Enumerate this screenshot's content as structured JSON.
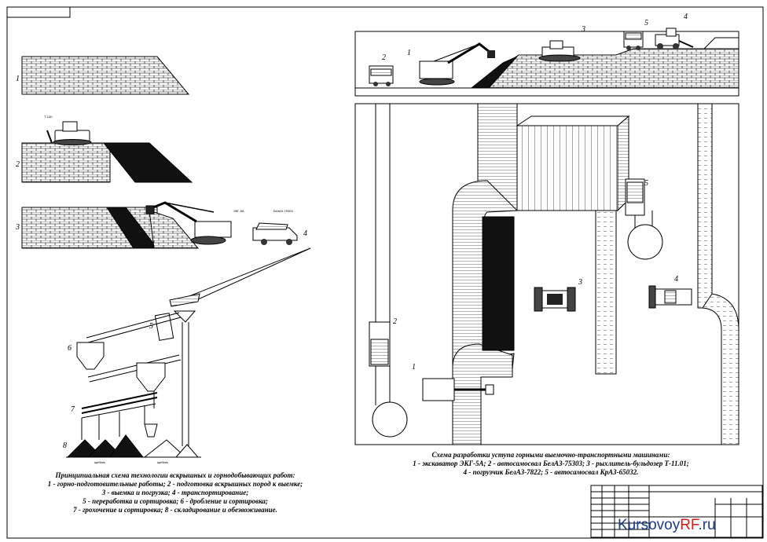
{
  "left_panel": {
    "step_numbers": [
      "1",
      "2",
      "3",
      "4"
    ],
    "machine_labels": [
      "Т-130",
      "ЭКГ-5А",
      "БелАЗ-75303"
    ],
    "process_numbers": [
      "5",
      "6",
      "7",
      "8"
    ],
    "pile_labels": [
      "щебень",
      "щебень"
    ],
    "caption": [
      "Принципиальная схема технологии вскрышных и горнодобывающих работ:",
      "1 - горно-подготовительные работы; 2 - подготовка вскрышных пород к выемке;",
      "3 - выемка и погрузка; 4 - транспортирование;",
      "5 - переработка и сортировка; 6 - дробление и сортировка;",
      "7 - грохочение и сортировка; 8 - складирование и обезвоживание."
    ]
  },
  "right_panel": {
    "top_numbers": [
      "2",
      "1",
      "3",
      "5",
      "4"
    ],
    "plan_numbers": [
      "1",
      "2",
      "3",
      "4",
      "5"
    ],
    "caption": [
      "Схема разработки уступа горными выемочно-транспортными машинами:",
      "1 - экскаватор ЭКГ-5А; 2 - автосамосвал БелАЗ-75303; 3 - рыхлитель-бульдозер Т-11.01;",
      "4 - погрузчик БелАЗ-7822; 5 - автосамосвал КрАЗ-65032."
    ]
  },
  "watermark": {
    "part1": "Kursovoy",
    "part2": "RF",
    "part3": ".ru"
  },
  "colors": {
    "line": "#000000",
    "background": "#ffffff",
    "watermark_blue": "#1a3a8a",
    "watermark_red": "#d81b1b"
  }
}
